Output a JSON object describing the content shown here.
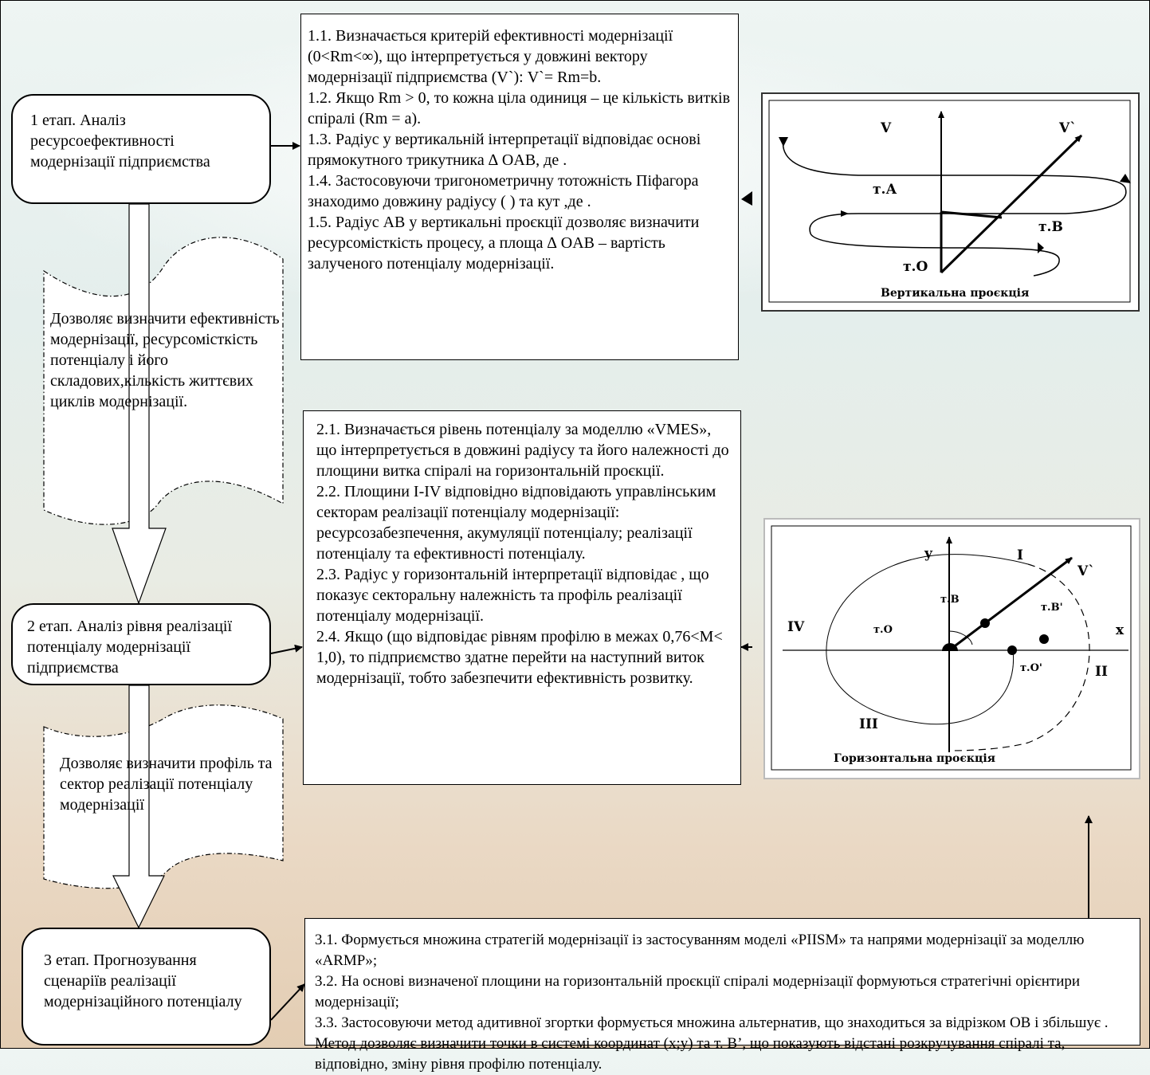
{
  "stages": [
    {
      "text": "1 етап. Аналіз ресурсоефективності модернізації підприємства"
    },
    {
      "text": "2 етап. Аналіз рівня реалізації потенціалу модернізації підприємства"
    },
    {
      "text": "3 етап. Прогнозування сценаріїв реалізації модернізаційного потенціалу"
    }
  ],
  "notes": [
    {
      "text": "Дозволяє визначити ефективність модернізації, ресурсомісткість потенціалу і його складових,кількість життєвих циклів модернізації."
    },
    {
      "text": "Дозволяє визначити профіль та сектор реалізації потенціалу модернізації"
    }
  ],
  "descriptions": {
    "d1": [
      "1.1. Визначається критерій ефективності модернізації (0<Rm<∞), що інтерпретується у довжині вектору модернізації підприємства (V`): V`= Rm=b.",
      "1.2. Якщо Rm > 0, то кожна ціла одиниця – це кількість витків спіралі (Rm = a).",
      "1.3. Радіус у вертикальній інтерпретації відповідає основі прямокутного трикутника ∆ OAB, де .",
      "1.4. Застосовуючи тригонометричну тотожність Піфагора знаходимо довжину радіусу ( ) та кут ,де .",
      "1.5. Радіус АВ у вертикальні проєкції дозволяє визначити ресурсомісткість процесу, а площа ∆ OAB – вартість залученого потенціалу модернізації."
    ],
    "d2": [
      "2.1. Визначається рівень потенціалу за моделлю «VMES», що інтерпретується в довжині радіусу та його належності до площини витка спіралі на горизонтальній проєкції.",
      "2.2. Площини I-IV відповідно відповідають управлінським секторам реалізації потенціалу модернізації: ресурсозабезпечення, акумуляції потенціалу; реалізації потенціалу та ефективності потенціалу.",
      "2.3. Радіус у горизонтальній інтерпретації відповідає , що показує секторальну належність та профіль реалізації потенціалу модернізації.",
      "2.4. Якщо (що відповідає рівням профілю в межах 0,76<M< 1,0), то підприємство здатне перейти на наступний виток модернізації, тобто забезпечити ефективність розвитку."
    ],
    "d3": [
      "3.1. Формується множина стратегій модернізації із застосуванням моделі «PIISM» та напрями модернізації за моделлю «ARMP»;",
      "3.2. На основі визначеної площини на горизонтальній проєкції спіралі модернізації формуються стратегічні орієнтири модернізації;",
      "3.3. Застосовуючи метод адитивної згортки формується множина альтернатив, що знаходиться за відрізком OB і збільшує . Метод дозволяє визначити точки в системі координат (x;y) та т. B’, що показують відстані розкручування спіралі та, відповідно, зміну рівня профілю потенціалу."
    ]
  },
  "figures": {
    "vertical": {
      "caption": "Вертикальна проєкція",
      "labels": {
        "v": "V",
        "v_prime": "V`",
        "a": "т.А",
        "b": "т.В",
        "o": "т.О"
      }
    },
    "horizontal": {
      "caption": "Горизонтальна проєкція",
      "labels": {
        "y": "y",
        "x": "x",
        "q1": "I",
        "q2": "II",
        "q3": "III",
        "q4": "IV",
        "v_prime": "V`",
        "b": "т.В",
        "b_prime": "т.В'",
        "o": "т.О",
        "o_prime": "т.О'"
      }
    }
  }
}
